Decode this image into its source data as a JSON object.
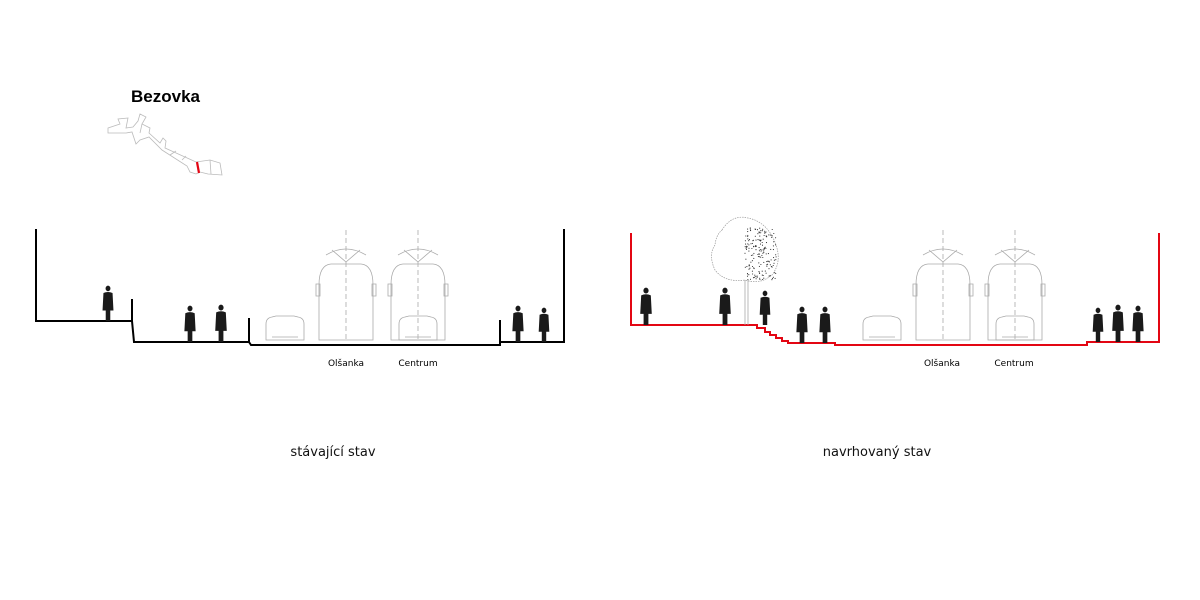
{
  "title": "Bezovka",
  "colors": {
    "existing": "#000000",
    "proposed": "#e30613",
    "outline": "#aaaaaa"
  },
  "sections": [
    {
      "caption": "stávající stav",
      "tram_labels": [
        "Olšanka",
        "Centrum"
      ]
    },
    {
      "caption": "navrhovaný stav",
      "tram_labels": [
        "Olšanka",
        "Centrum"
      ]
    }
  ]
}
